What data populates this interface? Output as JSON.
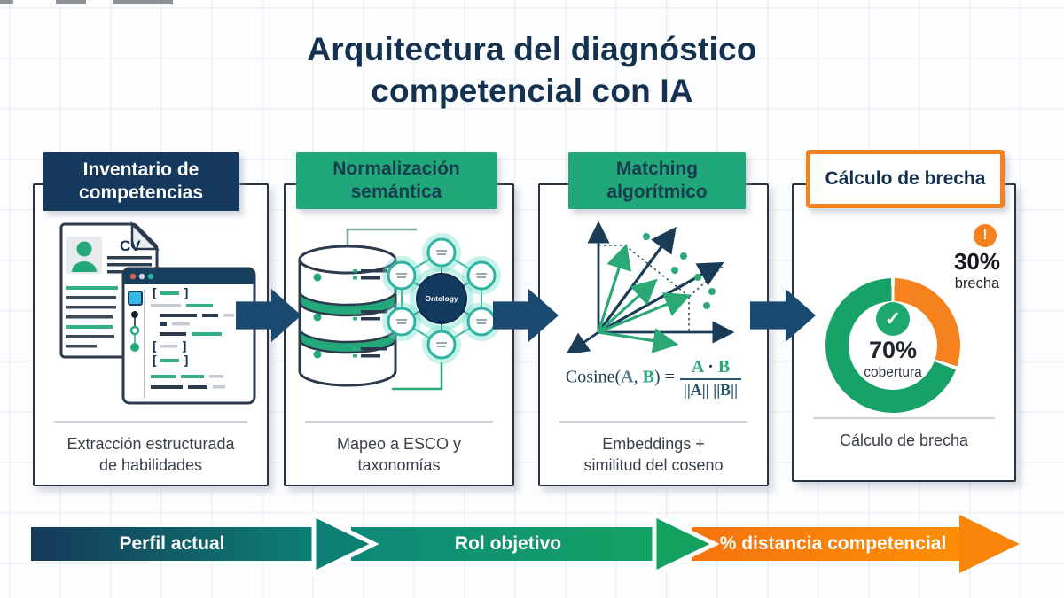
{
  "title": {
    "line1": "Arquitectura del diagnóstico",
    "line2": "competencial con IA"
  },
  "colors": {
    "navy": "#14324f",
    "header_navy_bg": "#15395c",
    "green": "#20a87b",
    "header_green_text": "#173c4e",
    "orange": "#f5821f",
    "arrow_navy": "#1b4a70",
    "donut_green": "#17a368",
    "donut_orange": "#f5821f",
    "flow1_start": "#15395a",
    "flow1_end": "#0c7f73",
    "flow1_head": "#0c8073",
    "flow2_start": "#0d8878",
    "flow2_end": "#14a264",
    "flow2_head": "#15a15f",
    "flow3_start": "#f5740f",
    "flow3_end": "#fb8f05",
    "flow3_head": "#f8850a"
  },
  "panels": [
    {
      "header": "Inventario de competencias",
      "caption": "Extracción estructurada de habilidades",
      "icon": "cv-document-and-code-editor",
      "cv_label": "CV"
    },
    {
      "header": "Normalización semántica",
      "caption": "Mapeo a ESCO y taxonomías",
      "icon": "database-and-ontology-graph",
      "ontology_label": "Ontology"
    },
    {
      "header": "Matching algorítmico",
      "caption": "Embeddings + similitud del coseno",
      "icon": "vector-space-with-cosine-formula",
      "formula": {
        "prefix": "Cosine(",
        "a": "A",
        "comma": ", ",
        "b": "B",
        "close": ") =",
        "num_a": "A",
        "num_dot": "·",
        "num_b": "B",
        "den": "||A|| ||B||"
      }
    },
    {
      "header": "Cálculo de brecha",
      "caption": "Cálculo de brecha",
      "icon": "coverage-gap-donut",
      "donut": {
        "coverage_value": 70,
        "gap_value": 30,
        "coverage_pct": "70%",
        "coverage_label": "cobertura",
        "gap_pct": "30%",
        "gap_label": "brecha",
        "check_glyph": "✓",
        "alert_glyph": "!"
      }
    }
  ],
  "flow": {
    "steps": [
      {
        "label": "Perfil actual"
      },
      {
        "label": "Rol objetivo"
      },
      {
        "label": "% distancia competencial"
      }
    ]
  }
}
